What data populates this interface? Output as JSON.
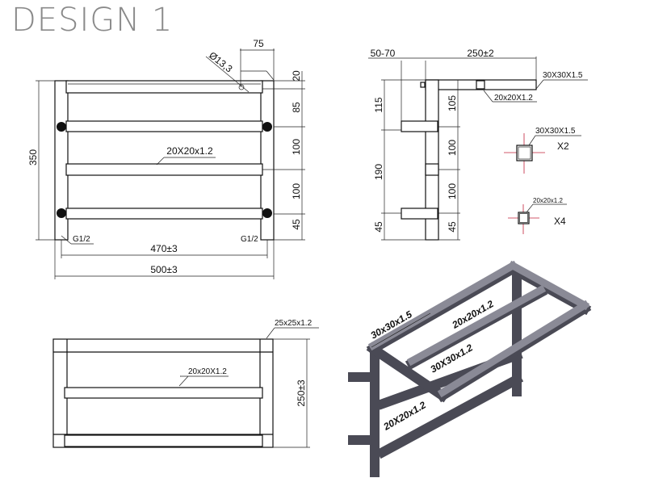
{
  "title": "DESIGN 1",
  "front_view": {
    "dim_75": "75",
    "dim_diameter": "Ø13,3",
    "dim_20": "20",
    "dim_85": "85",
    "dim_100a": "100",
    "dim_100b": "100",
    "dim_45": "45",
    "dim_350": "350",
    "rail_label": "20X20x1.2",
    "thread_left": "G1/2",
    "thread_right": "G1/2",
    "dim_470": "470±3",
    "dim_500": "500±3"
  },
  "side_view": {
    "dim_50_70": "50-70",
    "dim_250": "250±2",
    "label_30x30": "30X30X1.5",
    "label_20x20": "20x20X1.2",
    "dim_115": "115",
    "dim_190": "190",
    "dim_45_left": "45",
    "dim_105": "105",
    "dim_100a": "100",
    "dim_100b": "100",
    "dim_45_right": "45"
  },
  "sections": [
    {
      "label": "30X30X1.5",
      "count": "X2"
    },
    {
      "label": "20x20x1.2",
      "count": "X4"
    }
  ],
  "top_view": {
    "label_25x25": "25x25x1.2",
    "rail_label": "20x20X1.2",
    "dim_250": "250±3"
  },
  "iso_view": {
    "label_a": "30x30x1.5",
    "label_b": "20x20x1.2",
    "label_c": "30X30x1.2",
    "label_d": "20X20x1.2"
  },
  "colors": {
    "line": "#111111",
    "centerline": "#c0203a",
    "steel": "#4a4a55"
  }
}
